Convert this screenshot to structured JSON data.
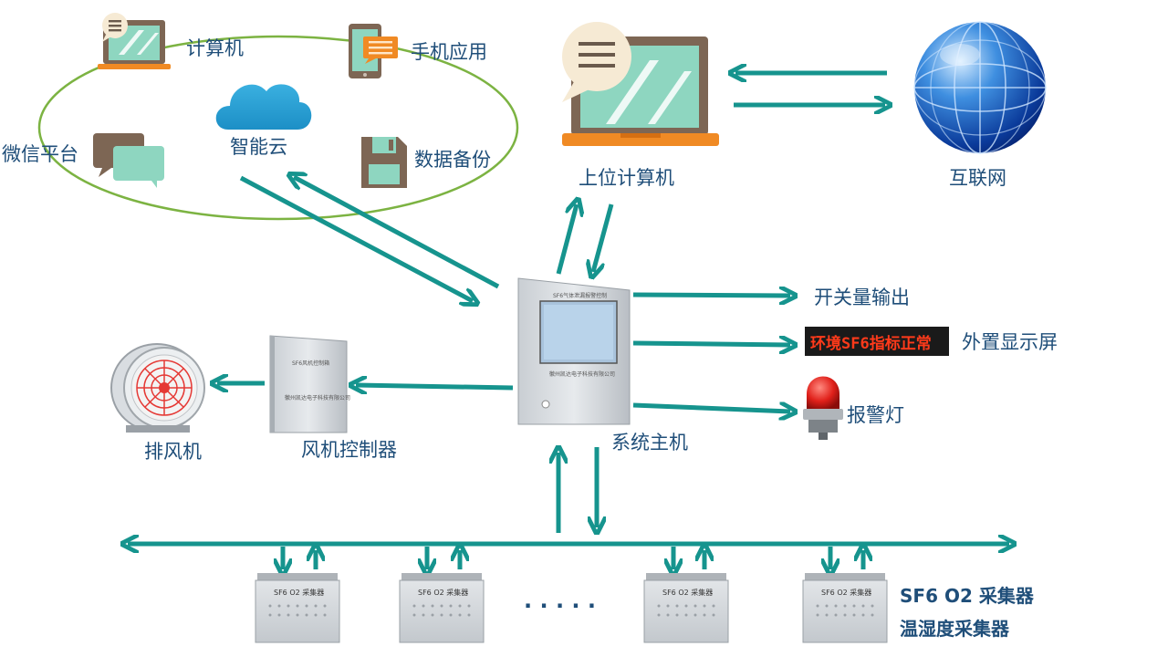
{
  "cloud_group": {
    "computer": "计算机",
    "mobile_app": "手机应用",
    "wechat": "微信平台",
    "smart_cloud": "智能云",
    "data_backup": "数据备份"
  },
  "host_pc": "上位计算机",
  "internet": "互联网",
  "main_host": "系统主机",
  "outputs": {
    "switch_output": "开关量输出",
    "display_text": "环境SF6指标正常",
    "external_display": "外置显示屏",
    "alarm_light": "报警灯"
  },
  "fan": "排风机",
  "fan_controller": "风机控制器",
  "collectors": {
    "device_label": "SF6  O2  采集器",
    "ellipsis": "· · · · ·",
    "sf6_o2_label": "SF6  O2 采集器",
    "temp_humidity_label": "温湿度采集器"
  },
  "colors": {
    "arrow": "#16948e",
    "label": "#1f4e79",
    "ellipse": "#7cb342"
  }
}
